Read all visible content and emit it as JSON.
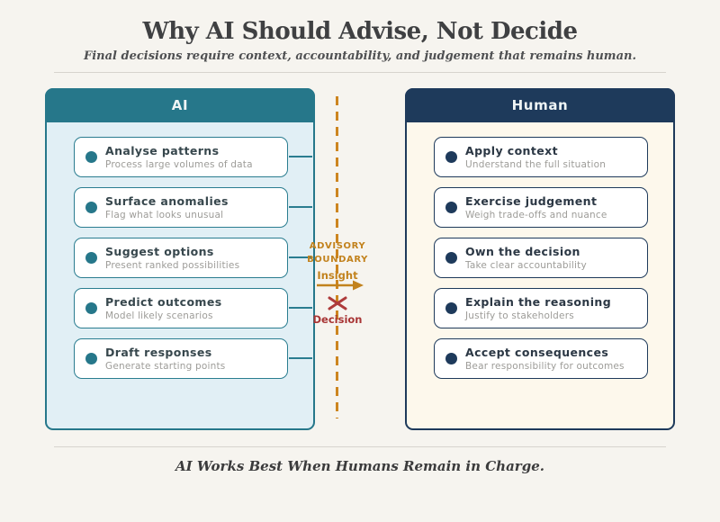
{
  "header": {
    "title": "Why AI Should Advise, Not Decide",
    "subtitle": "Final decisions require context, accountability, and judgement that remains human."
  },
  "panels": {
    "ai": {
      "title": "AI",
      "items": [
        {
          "title": "Analyse patterns",
          "desc": "Process large volumes of data"
        },
        {
          "title": "Surface anomalies",
          "desc": "Flag what looks unusual"
        },
        {
          "title": "Suggest options",
          "desc": "Present ranked possibilities"
        },
        {
          "title": "Predict outcomes",
          "desc": "Model likely scenarios"
        },
        {
          "title": "Draft responses",
          "desc": "Generate starting points"
        }
      ]
    },
    "human": {
      "title": "Human",
      "items": [
        {
          "title": "Apply context",
          "desc": "Understand the full situation"
        },
        {
          "title": "Exercise judgement",
          "desc": "Weigh trade-offs and nuance"
        },
        {
          "title": "Own the decision",
          "desc": "Take clear accountability"
        },
        {
          "title": "Explain the reasoning",
          "desc": "Justify to stakeholders"
        },
        {
          "title": "Accept consequences",
          "desc": "Bear responsibility for outcomes"
        }
      ]
    }
  },
  "boundary": {
    "label_line1": "ADVISORY",
    "label_line2": "BOUNDARY",
    "insight_label": "Insight",
    "decision_label": "Decision"
  },
  "footer": {
    "text": "AI Works Best When Humans Remain in Charge."
  },
  "colors": {
    "teal": "#26778a",
    "navy": "#1e3a5b",
    "orange": "#c2821d",
    "red": "#a83535",
    "page_bg": "#f6f4ef",
    "ai_panel_bg": "#e1eff5",
    "human_panel_bg": "#fdf8ec"
  }
}
